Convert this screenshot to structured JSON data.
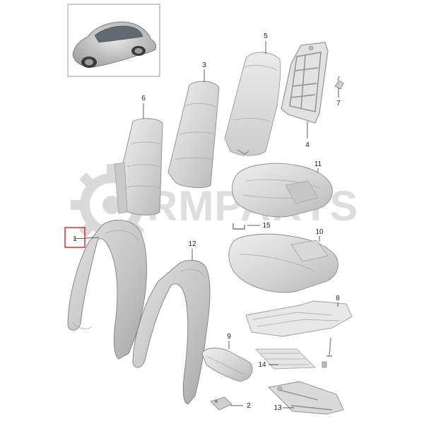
{
  "watermark": {
    "text": "RMPARTS"
  },
  "thumbnail": {
    "name": "car-thumbnail"
  },
  "callouts": [
    {
      "id": "1",
      "label": "1",
      "highlighted": true
    },
    {
      "id": "2",
      "label": "2"
    },
    {
      "id": "3",
      "label": "3"
    },
    {
      "id": "4",
      "label": "4"
    },
    {
      "id": "5",
      "label": "5"
    },
    {
      "id": "6",
      "label": "6"
    },
    {
      "id": "7",
      "label": "7"
    },
    {
      "id": "8",
      "label": "8"
    },
    {
      "id": "9",
      "label": "9"
    },
    {
      "id": "10",
      "label": "10"
    },
    {
      "id": "11",
      "label": "11"
    },
    {
      "id": "12",
      "label": "12"
    },
    {
      "id": "13",
      "label": "13"
    },
    {
      "id": "14",
      "label": "14"
    },
    {
      "id": "15",
      "label": "15"
    }
  ],
  "colors": {
    "highlight": "#d62020",
    "part": "#d9d9d9",
    "watermark": "#c8c8c8"
  }
}
